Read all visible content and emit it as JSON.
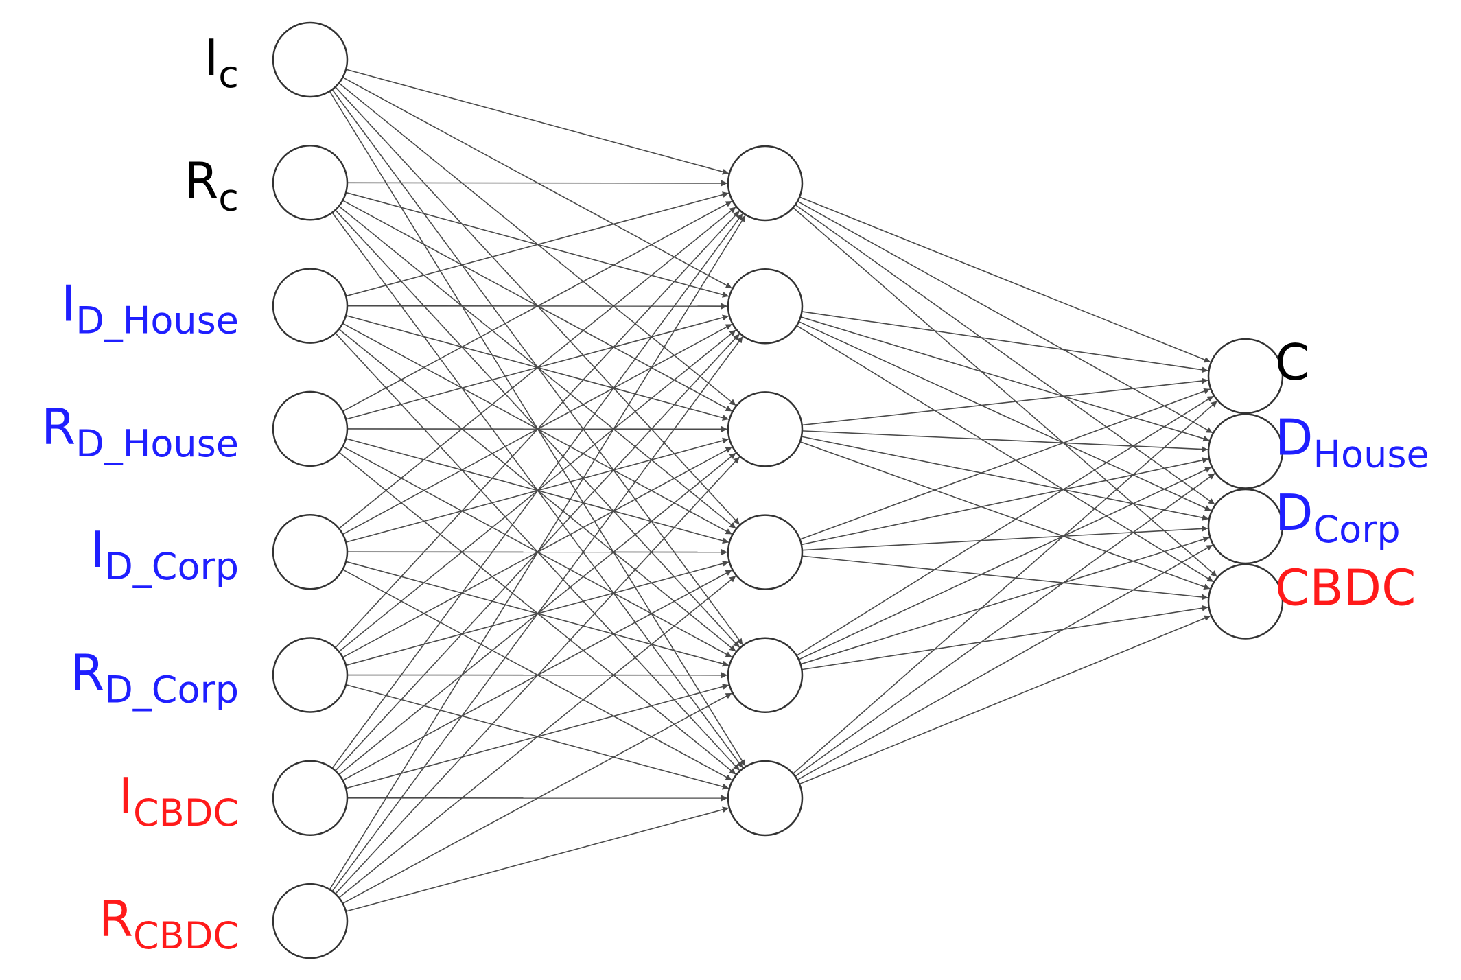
{
  "colors": {
    "black": "#000000",
    "blue": "#1f1fff",
    "red": "#ff1a1a",
    "edge": "#4a4a4a",
    "node_stroke": "#333333"
  },
  "input_nodes": [
    {
      "main": "I",
      "sub": "c",
      "color": "black"
    },
    {
      "main": "R",
      "sub": "c",
      "color": "black"
    },
    {
      "main": "I",
      "sub": "D_House",
      "color": "blue"
    },
    {
      "main": "R",
      "sub": "D_House",
      "color": "blue"
    },
    {
      "main": "I",
      "sub": "D_Corp",
      "color": "blue"
    },
    {
      "main": "R",
      "sub": "D_Corp",
      "color": "blue"
    },
    {
      "main": "I",
      "sub": "CBDC",
      "color": "red"
    },
    {
      "main": "R",
      "sub": "CBDC",
      "color": "red"
    }
  ],
  "hidden_node_count": 6,
  "output_nodes": [
    {
      "main": "C",
      "sub": "",
      "color": "black"
    },
    {
      "main": "D",
      "sub": "House",
      "color": "blue"
    },
    {
      "main": "D",
      "sub": "Corp",
      "color": "blue"
    },
    {
      "main": "CBDC",
      "sub": "",
      "color": "red"
    }
  ]
}
